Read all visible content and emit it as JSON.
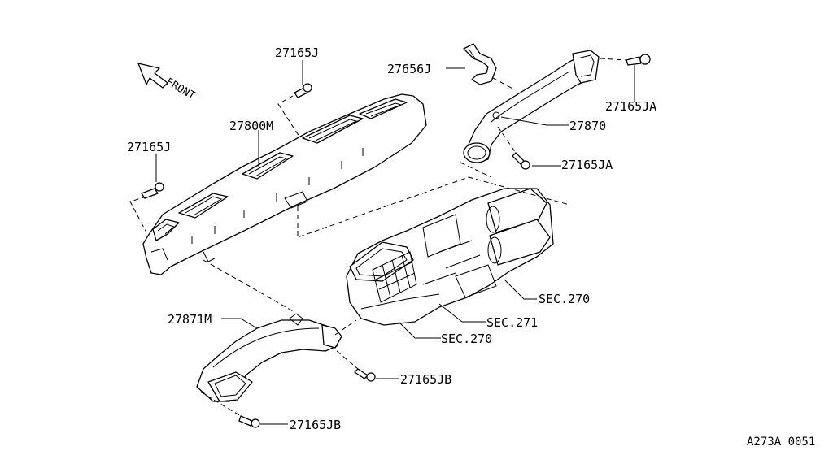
{
  "orientation": {
    "label": "FRONT"
  },
  "labels": {
    "p_27165J_top": "27165J",
    "p_27165J_left": "27165J",
    "p_27800M": "27800M",
    "p_27656J": "27656J",
    "p_27165JA_right": "27165JA",
    "p_27870": "27870",
    "p_27165JA_mid": "27165JA",
    "p_SEC270_right": "SEC.270",
    "p_SEC271": "SEC.271",
    "p_SEC270_bottom": "SEC.270",
    "p_27871M": "27871M",
    "p_27165JB_mid": "27165JB",
    "p_27165JB_bottom": "27165JB"
  },
  "diagram_code": "A273A 0051"
}
